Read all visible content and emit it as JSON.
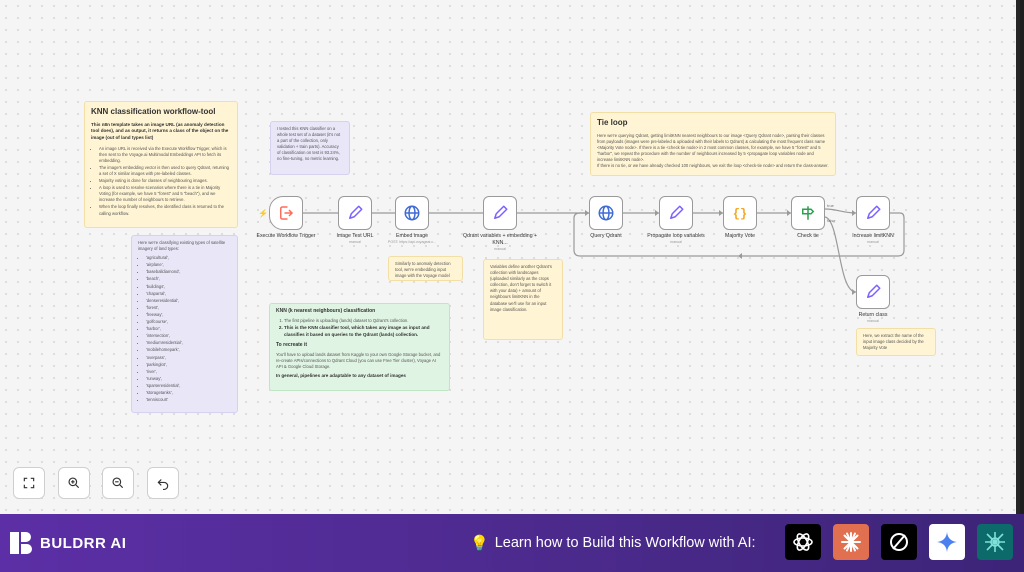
{
  "notes": {
    "main": {
      "title": "KNN classification workflow-tool",
      "intro": "This n8n template takes an image URL (as anomaly detection tool does), and as output, it returns a class of the object on the image (out of land types list)",
      "bullets": [
        "An image URL is received via the Execute Workflow Trigger, which is then sent to the Voyage.ai Multimodal Embeddings API to fetch its embedding.",
        "The image's embedding vector is then used to query Qdrant, returning a set of X similar images with pre-labeled classes.",
        "Majority voting is done for classes of neighbouring images.",
        "A loop is used to resolve scenarios where there is a tie in Majority Voting (for example, we have 5 \"forest\" and 5 \"beach\"), and we increase the number of neighbours to retrieve.",
        "When the loop finally resolves, the identified class is returned to the calling workflow."
      ]
    },
    "tested": "I tested this KNN classifier on a whole test set of a dataset (it's not a part of the collection, only validation + train parts). Accuracy of classification on test is 93.24%, no fine-tuning, no metric learning.",
    "classes": {
      "intro": "Here we're classifying existing types of satellite imagery of land types:",
      "items": [
        "'agricultural',",
        "'airplane',",
        "'baseballdiamond',",
        "'beach',",
        "'buildings',",
        "'chaparral',",
        "'denseresidential',",
        "'forest',",
        "'freeway',",
        "'golfcourse',",
        "'harbor',",
        "'intersection',",
        "'mediumresidential',",
        "'mobilehomepark',",
        "'overpass',",
        "'parkinglot',",
        "'river',",
        "'runway',",
        "'sparseresidential',",
        "'storagetanks',",
        "'tenniscourt'"
      ]
    },
    "embed": "Similarly to anomaly detection tool, we're embedding input image with the Voyage model",
    "qdrant_vars": "Variables define another Qdrant's collection with landscapes (uploaded similarly as the crops collection, don't forget to switch it with your data) + amount of neighbours limitKNN in the database we'll use for an input image classification.",
    "knn": {
      "title": "KNN (k nearest neighbours) classification",
      "steps": [
        "The first pipeline is uploading (lands) dataset to Qdrant's collection.",
        "This is the KNN classifier tool, which takes any image as input and classifies it based on queries to the Qdrant (lands) collection."
      ],
      "recreate_title": "To recreate it",
      "recreate": "You'll have to upload lands dataset from Kaggle to your own Google Storage bucket, and re-create APIs/connections to Qdrant Cloud (you can use Free Tier cluster), Voyage AI API & Google Cloud Storage.",
      "footer": "In general, pipelines are adaptable to any dataset of images"
    },
    "tie": {
      "title": "Tie loop",
      "body": "Here we're querying Qdrant, getting limitKNN nearest neighbours to our image <Query Qdrant node>, parsing their classes from payloads (images were pre-labeled & uploaded with their labels to Qdrant) & calculating the most frequent class name <Majority Vote node>. If there is a tie <check tie node> in 2 most common classes, for example, we have 5 \"forest\" and 5 \"harbor\", we repeat the procedure with the number of neighbours increased by 5 <propagate loop variables node and increase limitKNN node>.",
      "body2": "If there is no tie, or we have already checked 100 neighbours, we exit the loop <check-tie node> and return the class-answer."
    },
    "return": "Here, we extract the name of the input image class decided by the Majority Vote"
  },
  "nodes": [
    {
      "label": "Execute Workflow Trigger",
      "sub": ""
    },
    {
      "label": "Image Test URL",
      "sub": "manual"
    },
    {
      "label": "Embed image",
      "sub": "POST: https://api.voyageai.c..."
    },
    {
      "label": "Qdrant variables + embedding + KNN...",
      "sub": "manual"
    },
    {
      "label": "Query Qdrant",
      "sub": ""
    },
    {
      "label": "Propagate loop variables",
      "sub": "manual"
    },
    {
      "label": "Majority Vote",
      "sub": ""
    },
    {
      "label": "Check tie",
      "sub": ""
    },
    {
      "label": "Increase limitKNN",
      "sub": "manual"
    },
    {
      "label": "Return class",
      "sub": "manual"
    }
  ],
  "edge_labels": {
    "true": "true",
    "false": "false"
  },
  "controls": [
    "fit-view-icon",
    "zoom-in-icon",
    "zoom-out-icon",
    "undo-icon"
  ],
  "footer": {
    "brand": "BULDRR AI",
    "learn": "Learn how to Build this Workflow with AI:",
    "ai_tools": [
      "chatgpt-icon",
      "claude-icon",
      "perplexity-icon",
      "gemini-icon",
      "deepseek-icon"
    ]
  },
  "colors": {
    "accent": "#7b61ff",
    "trigger": "#ff6d5a",
    "bar": "#4b2a8c"
  }
}
